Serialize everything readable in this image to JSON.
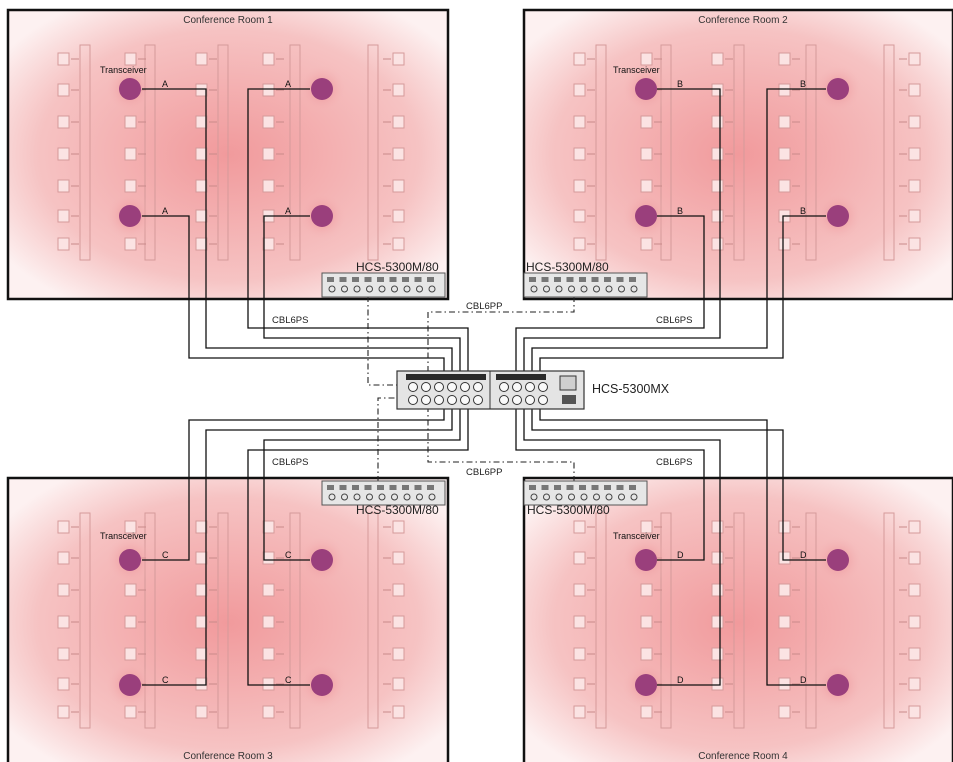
{
  "rooms": [
    {
      "title": "Conference Room 1",
      "letter": "A"
    },
    {
      "title": "Conference Room 2",
      "letter": "B"
    },
    {
      "title": "Conference Room 3",
      "letter": "C"
    },
    {
      "title": "Conference Room 4",
      "letter": "D"
    }
  ],
  "transceiver_label": "Transceiver",
  "room_unit_label": "HCS-5300M/80",
  "matrix_label": "HCS-5300MX",
  "cables": {
    "signal": "CBL6PS",
    "power": "CBL6PP"
  },
  "colors": {
    "room_glow": "#f2a0a2",
    "transceiver": "#9a3f7c",
    "room_border": "#111111"
  }
}
